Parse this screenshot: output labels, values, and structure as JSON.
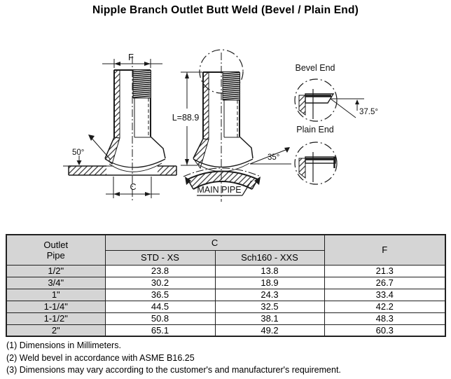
{
  "page": {
    "title": "Nipple Branch Outlet Butt Weld (Bevel / Plain End)"
  },
  "diagram": {
    "front_view": {
      "dim_f_label": "F",
      "dim_c_label": "C",
      "branch_angle_label": "50°"
    },
    "side_view": {
      "dim_l_label": "L=88.9",
      "weld_angle_label": "35°",
      "main_pipe_label": "MAIN PIPE"
    },
    "bevel_end_detail": {
      "title": "Bevel End",
      "angle_label": "37.5°"
    },
    "plain_end_detail": {
      "title": "Plain End"
    }
  },
  "table": {
    "header": {
      "outlet_pipe": "Outlet\nPipe",
      "c_group": "C",
      "f": "F",
      "std_xs": "STD - XS",
      "sch160_xxs": "Sch160 - XXS"
    },
    "rows": [
      {
        "outlet": "1/2\"",
        "std_xs": "23.8",
        "sch160_xxs": "13.8",
        "f": "21.3"
      },
      {
        "outlet": "3/4\"",
        "std_xs": "30.2",
        "sch160_xxs": "18.9",
        "f": "26.7"
      },
      {
        "outlet": "1\"",
        "std_xs": "36.5",
        "sch160_xxs": "24.3",
        "f": "33.4"
      },
      {
        "outlet": "1-1/4\"",
        "std_xs": "44.5",
        "sch160_xxs": "32.5",
        "f": "42.2"
      },
      {
        "outlet": "1-1/2\"",
        "std_xs": "50.8",
        "sch160_xxs": "38.1",
        "f": "48.3"
      },
      {
        "outlet": "2\"",
        "std_xs": "65.1",
        "sch160_xxs": "49.2",
        "f": "60.3"
      }
    ]
  },
  "footnotes": [
    "(1) Dimensions in Millimeters.",
    "(2) Weld bevel in accordance with ASME B16.25",
    "(3) Dimensions may vary according to the customer's and manufacturer's requirement."
  ],
  "colors": {
    "background": "#ffffff",
    "line": "#1a1a1a",
    "table_header_bg": "#d5d5d5"
  }
}
